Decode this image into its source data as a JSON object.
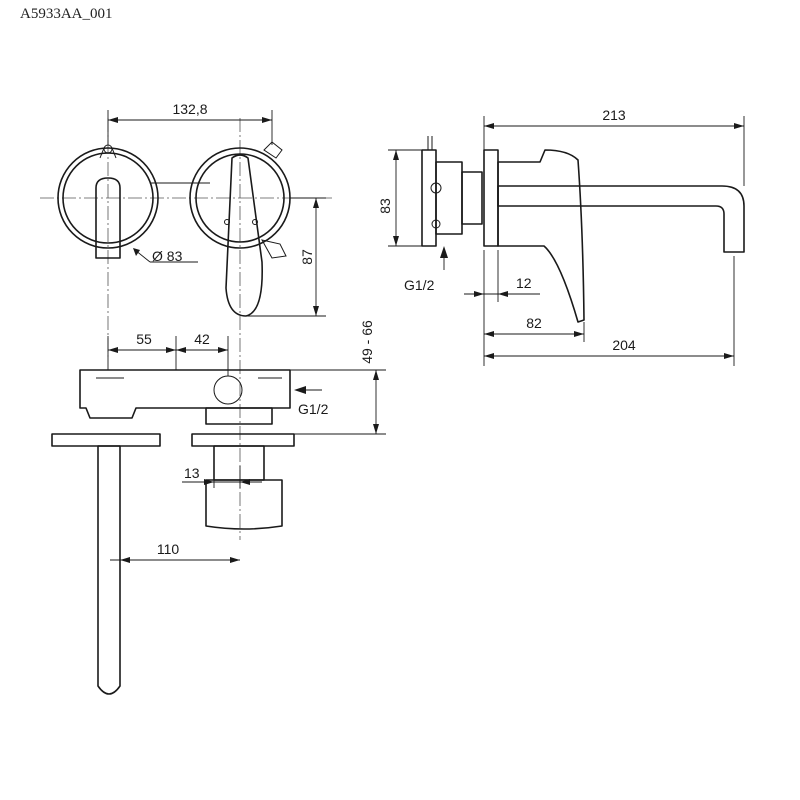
{
  "title": "A5933AA_001",
  "dimensions": {
    "front_width": "132,8",
    "diameter": "Ø 83",
    "handle_height": "87",
    "side_height": "83",
    "side_total": "213",
    "side_thread": "G1/2",
    "side_small": "12",
    "side_handle": "82",
    "side_spout": "204",
    "top_left": "55",
    "top_mid": "42",
    "top_depth": "49 - 66",
    "top_thread": "G1/2",
    "top_small": "13",
    "top_spout": "110"
  }
}
